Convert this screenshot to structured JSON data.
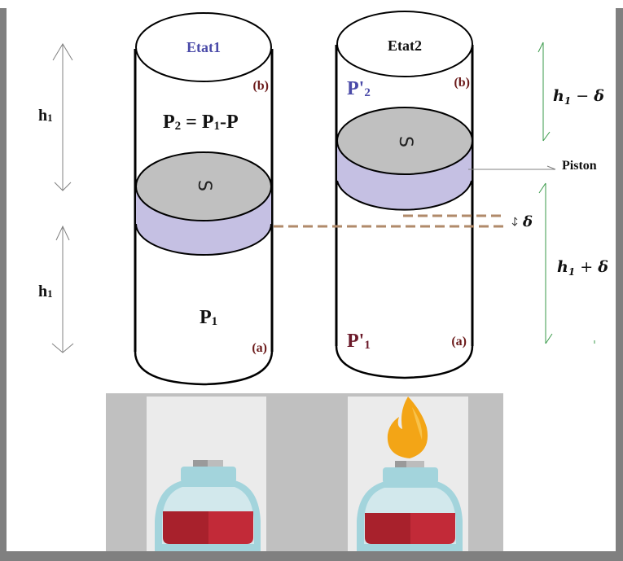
{
  "diagram": {
    "title": "Two-state piston cylinder heated by spirit lamp",
    "left_dimensions": [
      {
        "label": "h",
        "sub": "1"
      },
      {
        "label": "h",
        "sub": "1"
      }
    ],
    "state1": {
      "cap_label": "Etat1",
      "upper_compartment_tag": "(b)",
      "upper_pressure": {
        "main": "P",
        "sub": "2",
        "rest": " = P",
        "sub2": "1",
        "tail": "-P"
      },
      "piston_surface_label": "S",
      "lower_pressure": {
        "main": "P",
        "sub": "1"
      },
      "lower_compartment_tag": "(a)",
      "lamp_lit": false
    },
    "state2": {
      "cap_label": "Etat2",
      "upper_compartment_tag": "(b)",
      "upper_pressure": {
        "main": "P'",
        "sub": "2"
      },
      "piston_surface_label": "S",
      "lower_pressure": {
        "main": "P'",
        "sub": "1"
      },
      "lower_compartment_tag": "(a)",
      "lamp_lit": true
    },
    "right_annotations": {
      "upper_height": {
        "h": "h",
        "sub": "1",
        "op": " − ",
        "d": "δ"
      },
      "piston_label": "Piston",
      "displacement": "δ",
      "lower_height": {
        "h": "h",
        "sub": "1",
        "op": " + ",
        "d": "δ"
      }
    },
    "colors": {
      "state1_label": "#4a4aa8",
      "state2_label": "#111111",
      "tag": "#6b1a1a",
      "p2prime": "#4a4aa8",
      "p1prime": "#6b1a2a",
      "piston_top": "#c0c0c0",
      "piston_side": "#c5c0e3",
      "dashed": "#b08a6a",
      "green_arrow": "#3a9a4a",
      "frame": "#808080",
      "lamp_bg": "#ebebeb",
      "lamp_side": "#c0c0c0",
      "bottle": "#a3d4dc",
      "bottle_inner": "#d2e8ec",
      "liquid_dark": "#a8212c",
      "liquid_light": "#c22a38",
      "cap_dark": "#9a9a9a",
      "cap_light": "#bcbcbc",
      "flame_outer": "#f3a516",
      "flame_inner": "#f8b520"
    }
  }
}
